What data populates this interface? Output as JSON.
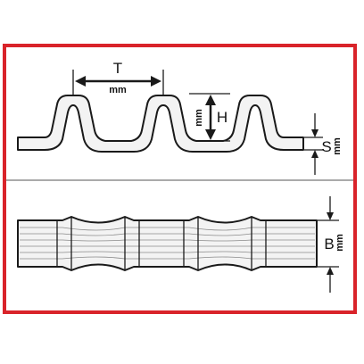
{
  "colors": {
    "frame": "#d9232a",
    "stroke": "#1a1a1a",
    "fill": "#f3f3f3",
    "divider": "#555555"
  },
  "labels": {
    "pitch": "T",
    "pitch_unit": "mm",
    "height": "H",
    "height_unit": "mm",
    "thickness": "S",
    "thickness_unit": "mm",
    "width": "B",
    "width_unit": "mm"
  }
}
